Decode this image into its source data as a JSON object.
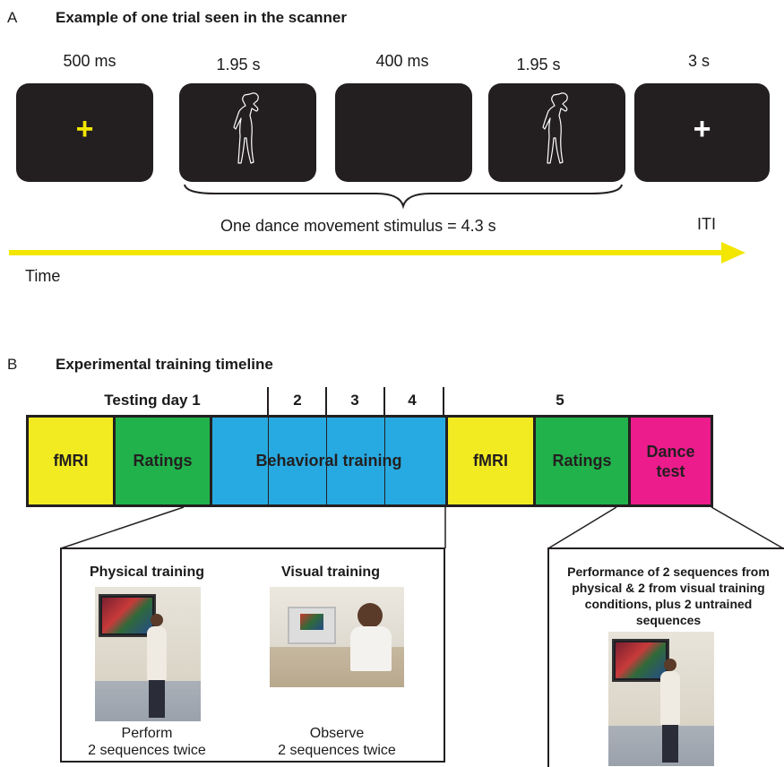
{
  "panel_a": {
    "letter": "A",
    "title": "Example of one trial seen in the scanner",
    "frames": [
      {
        "duration": "500 ms",
        "content": "+",
        "cross_color": "#f3e600"
      },
      {
        "duration": "1.95 s",
        "content": "dancer-figure"
      },
      {
        "duration": "400 ms",
        "content": ""
      },
      {
        "duration": "1.95 s",
        "content": "dancer-figure"
      },
      {
        "duration": "3 s",
        "content": "+",
        "cross_color": "#ffffff"
      }
    ],
    "brace_label": "One dance movement stimulus = 4.3 s",
    "iti_label": "ITI",
    "time_label": "Time",
    "arrow_color": "#f3e600"
  },
  "panel_b": {
    "letter": "B",
    "title": "Experimental training timeline",
    "day_labels": [
      "Testing day 1",
      "2",
      "3",
      "4",
      "5"
    ],
    "segments": [
      {
        "label": "fMRI",
        "color": "#f3eb21"
      },
      {
        "label": "Ratings",
        "color": "#21b24b"
      },
      {
        "label": "Behavioral training",
        "color": "#27aae1"
      },
      {
        "label": "fMRI",
        "color": "#f3eb21"
      },
      {
        "label": "Ratings",
        "color": "#21b24b"
      },
      {
        "label": "Dance test",
        "color": "#ec1c8c"
      }
    ],
    "physical": {
      "title": "Physical training",
      "caption_1": "Perform",
      "caption_2": "2 sequences twice"
    },
    "visual": {
      "title": "Visual training",
      "caption_1": "Observe",
      "caption_2": "2 sequences twice"
    },
    "dance_test_box": {
      "title": "Performance of 2 sequences from physical & 2 from visual training conditions, plus 2 untrained sequences"
    }
  }
}
